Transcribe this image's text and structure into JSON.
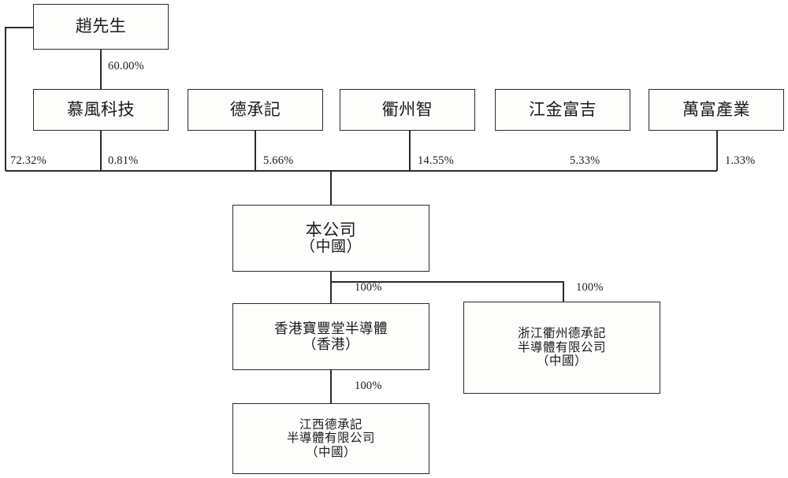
{
  "diagram": {
    "title": "Shareholding and corporate structure chart",
    "colors": {
      "line": "#2b2b2b",
      "box_fill": "#fdfdfb",
      "text": "#1a1a1a",
      "background": "#ffffff"
    }
  },
  "nodes": {
    "zhao": {
      "label": "趙先生"
    },
    "mufeng": {
      "label": "慕風科技"
    },
    "dechengji": {
      "label": "德承記"
    },
    "quzhouzhi": {
      "label": "衢州智"
    },
    "jiangjinfuji": {
      "label": "江金富吉"
    },
    "wanfuchanye": {
      "label": "萬富產業"
    },
    "company": {
      "line1": "本公司",
      "line2": "（中國）"
    },
    "hongkong": {
      "line1": "香港寶豐堂半導體",
      "line2": "（香港）"
    },
    "zhejiang": {
      "line1": "浙江衢州德承記",
      "line2": "半導體有限公司",
      "line3": "（中國）"
    },
    "jiangxi": {
      "line1": "江西德承記",
      "line2": "半導體有限公司",
      "line3": "（中國）"
    }
  },
  "edges": {
    "zhao_to_mufeng": {
      "label": "60.00%",
      "from": "zhao",
      "to": "mufeng"
    },
    "zhao_to_company": {
      "label": "72.32%",
      "from": "zhao",
      "to": "company"
    },
    "mufeng_to_company": {
      "label": "0.81%",
      "from": "mufeng",
      "to": "company"
    },
    "dechengji_to_company": {
      "label": "5.66%",
      "from": "dechengji",
      "to": "company"
    },
    "quzhouzhi_to_company": {
      "label": "14.55%",
      "from": "quzhouzhi",
      "to": "company"
    },
    "jiangjinfuji_to_company": {
      "label": "5.33%",
      "from": "jiangjinfuji",
      "to": "company"
    },
    "wanfuchanye_to_company": {
      "label": "1.33%",
      "from": "wanfuchanye",
      "to": "company"
    },
    "company_to_hongkong": {
      "label": "100%",
      "from": "company",
      "to": "hongkong"
    },
    "company_to_zhejiang": {
      "label": "100%",
      "from": "company",
      "to": "zhejiang"
    },
    "hongkong_to_jiangxi": {
      "label": "100%",
      "from": "hongkong",
      "to": "jiangxi"
    }
  }
}
